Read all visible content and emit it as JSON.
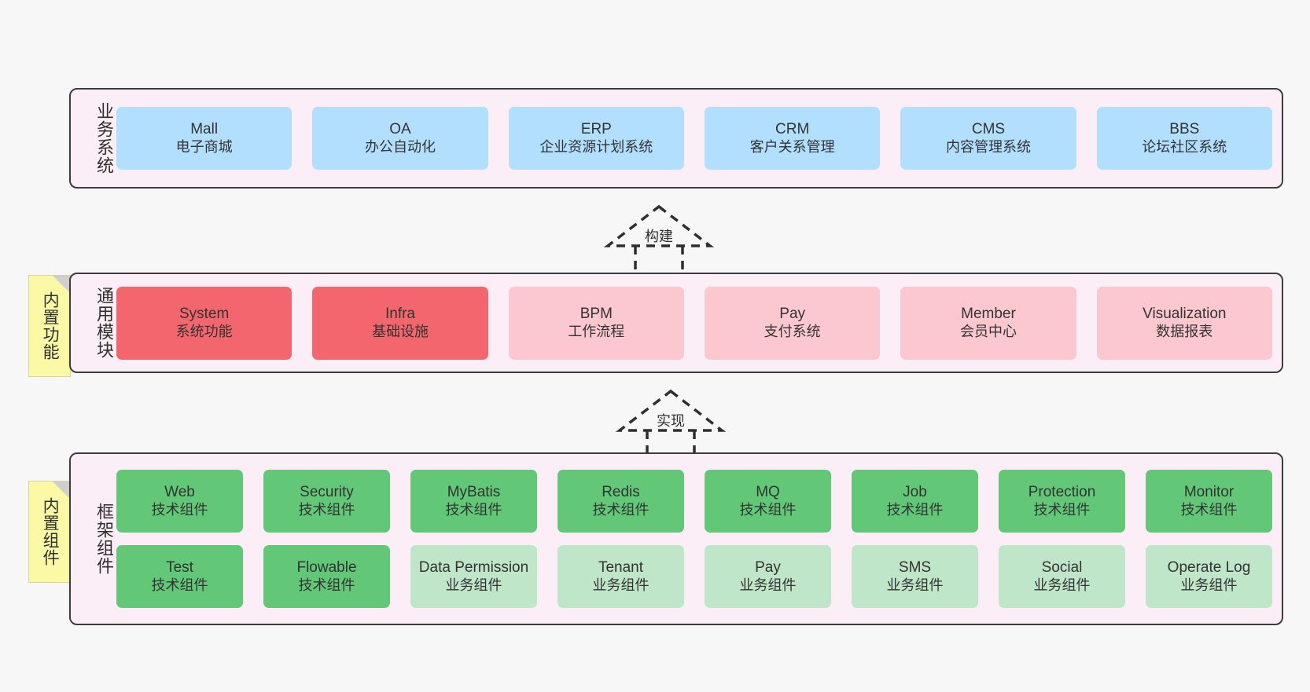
{
  "diagram": {
    "background_color": "#f7f7f7",
    "layer_fill": "#fbeef7",
    "layer_border": "#3d3d3d"
  },
  "layers": [
    {
      "id": "business-system",
      "title": "业务系统",
      "rows": [
        [
          {
            "en": "Mall",
            "cn": "电子商城",
            "color": "#b3dfff"
          },
          {
            "en": "OA",
            "cn": "办公自动化",
            "color": "#b3dfff"
          },
          {
            "en": "ERP",
            "cn": "企业资源计划系统",
            "color": "#b3dfff"
          },
          {
            "en": "CRM",
            "cn": "客户关系管理",
            "color": "#b3dfff"
          },
          {
            "en": "CMS",
            "cn": "内容管理系统",
            "color": "#b3dfff"
          },
          {
            "en": "BBS",
            "cn": "论坛社区系统",
            "color": "#b3dfff"
          }
        ]
      ]
    },
    {
      "id": "common-module",
      "title": "通用模块",
      "sticky": "内置功能",
      "rows": [
        [
          {
            "en": "System",
            "cn": "系统功能",
            "color": "#f4666e"
          },
          {
            "en": "Infra",
            "cn": "基础设施",
            "color": "#f4666e"
          },
          {
            "en": "BPM",
            "cn": "工作流程",
            "color": "#fbc8d0"
          },
          {
            "en": "Pay",
            "cn": "支付系统",
            "color": "#fbc8d0"
          },
          {
            "en": "Member",
            "cn": "会员中心",
            "color": "#fbc8d0"
          },
          {
            "en": "Visualization",
            "cn": "数据报表",
            "color": "#fbc8d0"
          }
        ]
      ]
    },
    {
      "id": "framework-component",
      "title": "框架组件",
      "sticky": "内置组件",
      "rows": [
        [
          {
            "en": "Web",
            "cn": "技术组件",
            "color": "#62c878"
          },
          {
            "en": "Security",
            "cn": "技术组件",
            "color": "#62c878"
          },
          {
            "en": "MyBatis",
            "cn": "技术组件",
            "color": "#62c878"
          },
          {
            "en": "Redis",
            "cn": "技术组件",
            "color": "#62c878"
          },
          {
            "en": "MQ",
            "cn": "技术组件",
            "color": "#62c878"
          },
          {
            "en": "Job",
            "cn": "技术组件",
            "color": "#62c878"
          },
          {
            "en": "Protection",
            "cn": "技术组件",
            "color": "#62c878"
          },
          {
            "en": "Monitor",
            "cn": "技术组件",
            "color": "#62c878"
          }
        ],
        [
          {
            "en": "Test",
            "cn": "技术组件",
            "color": "#62c878"
          },
          {
            "en": "Flowable",
            "cn": "技术组件",
            "color": "#62c878"
          },
          {
            "en": "Data Permission",
            "cn": "业务组件",
            "color": "#bfe6c8"
          },
          {
            "en": "Tenant",
            "cn": "业务组件",
            "color": "#bfe6c8"
          },
          {
            "en": "Pay",
            "cn": "业务组件",
            "color": "#bfe6c8"
          },
          {
            "en": "SMS",
            "cn": "业务组件",
            "color": "#bfe6c8"
          },
          {
            "en": "Social",
            "cn": "业务组件",
            "color": "#bfe6c8"
          },
          {
            "en": "Operate Log",
            "cn": "业务组件",
            "color": "#bfe6c8"
          }
        ]
      ]
    }
  ],
  "connectors": [
    {
      "id": "build",
      "label": "构建"
    },
    {
      "id": "implement",
      "label": "实现"
    }
  ]
}
